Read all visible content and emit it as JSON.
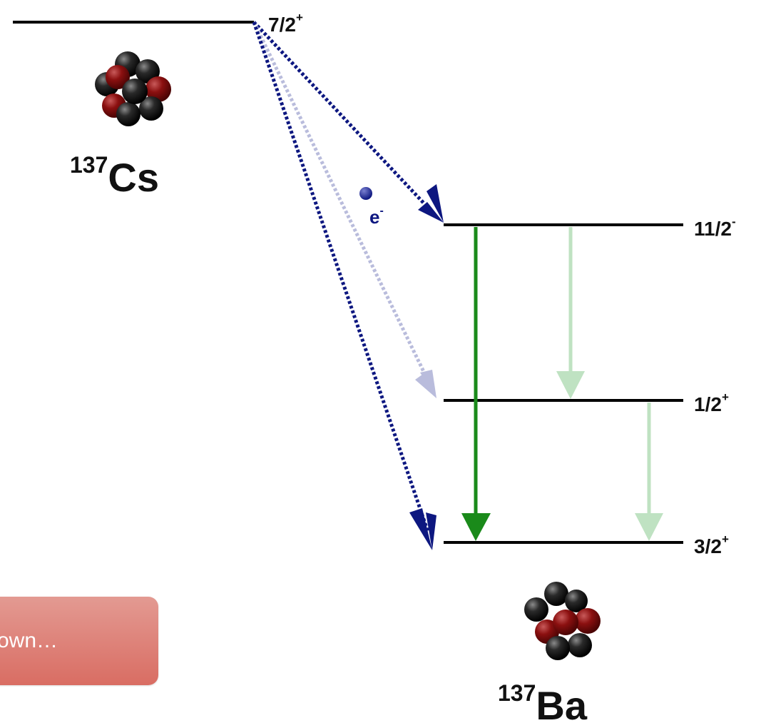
{
  "parent": {
    "mass_number": "137",
    "symbol": "Cs",
    "level_label": "7/2",
    "level_parity": "+"
  },
  "daughter": {
    "mass_number": "137",
    "symbol": "Ba",
    "levels": [
      {
        "spin": "11/2",
        "parity": "-"
      },
      {
        "spin": "1/2",
        "parity": "+"
      },
      {
        "spin": "3/2",
        "parity": "+"
      }
    ]
  },
  "electron": {
    "symbol": "e",
    "charge": "-"
  },
  "hint_button": {
    "label": "own…"
  },
  "colors": {
    "level_line": "#000000",
    "beta_arrow": "#0d1780",
    "beta_arrow_faint": "#b9bcdc",
    "gamma_strong": "#1a8a1a",
    "gamma_faint": "#bfe2c2",
    "neutron": "#202020",
    "proton": "#8b1010",
    "hint_bg": "#dc766c"
  }
}
